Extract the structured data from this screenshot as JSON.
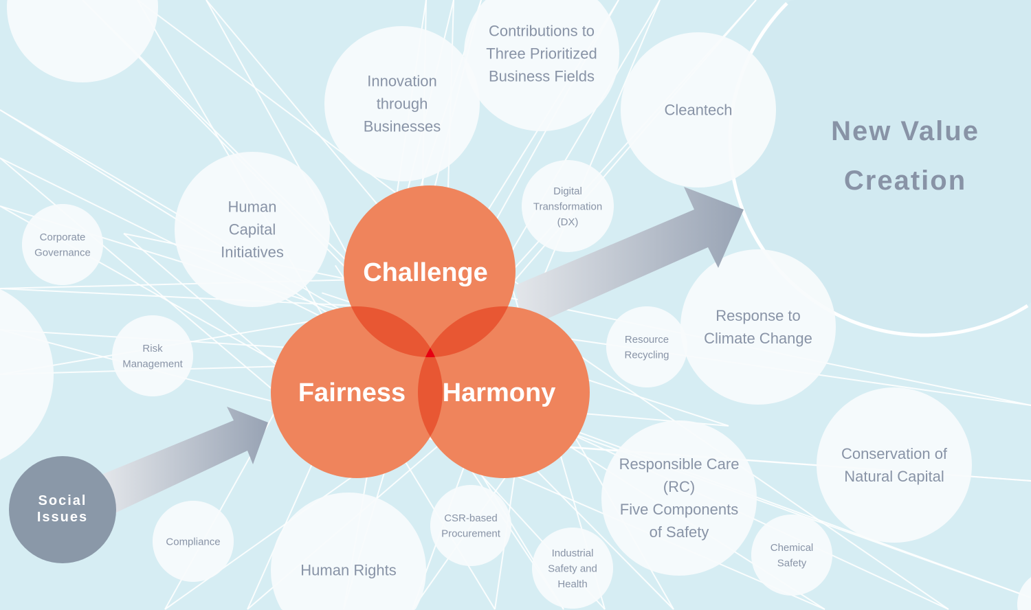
{
  "title": [
    "New Value",
    "Creation"
  ],
  "social_issues": [
    "Social",
    "Issues"
  ],
  "core_values": {
    "challenge": "Challenge",
    "fairness": "Fairness",
    "harmony": "Harmony"
  },
  "topics": {
    "innovation": [
      "Innovation",
      "through",
      "Businesses"
    ],
    "contributions": [
      "Contributions to",
      "Three Prioritized",
      "Business Fields"
    ],
    "cleantech": [
      "Cleantech"
    ],
    "human_capital": [
      "Human",
      "Capital",
      "Initiatives"
    ],
    "governance": [
      "Corporate",
      "Governance"
    ],
    "dx": [
      "Digital",
      "Transformation",
      "(DX)"
    ],
    "risk": [
      "Risk",
      "Management"
    ],
    "recycling": [
      "Resource",
      "Recycling"
    ],
    "climate": [
      "Response to",
      "Climate Change"
    ],
    "natural_capital": [
      "Conservation of",
      "Natural Capital"
    ],
    "responsible_care": [
      "Responsible Care",
      "(RC)",
      "Five Components",
      "of Safety"
    ],
    "chemical": [
      "Chemical",
      "Safety"
    ],
    "csr": [
      "CSR-based",
      "Procurement"
    ],
    "industrial": [
      "Industrial",
      "Safety and",
      "Health"
    ],
    "human_rights": [
      "Human Rights"
    ],
    "compliance": [
      "Compliance"
    ]
  },
  "colors": {
    "background": "#d6edf3",
    "venn": "#ef845c",
    "overlap": "#e85733",
    "center": "#e60012",
    "label": "#8893a6",
    "social": "#8a98a8"
  }
}
